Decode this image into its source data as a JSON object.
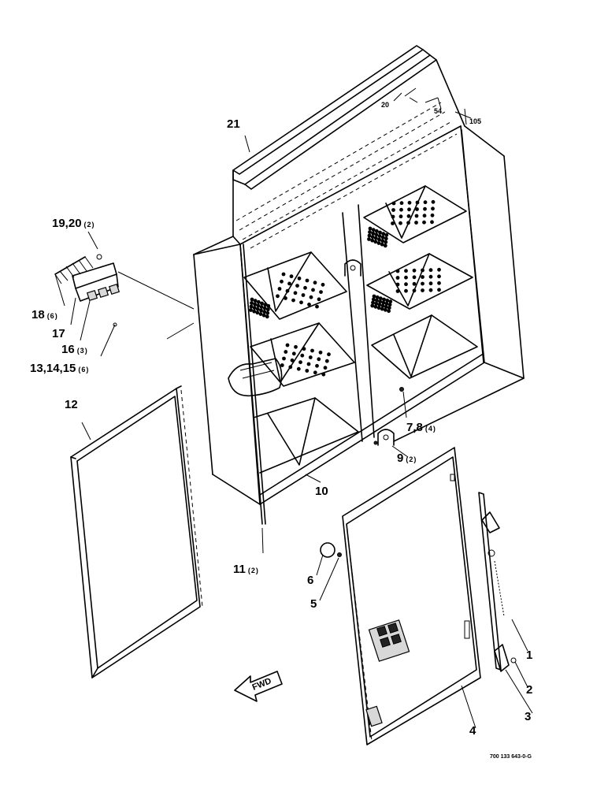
{
  "callouts": [
    {
      "id": "c1",
      "num": "1",
      "qty": ""
    },
    {
      "id": "c2",
      "num": "2",
      "qty": ""
    },
    {
      "id": "c3",
      "num": "3",
      "qty": ""
    },
    {
      "id": "c4",
      "num": "4",
      "qty": ""
    },
    {
      "id": "c5",
      "num": "5",
      "qty": ""
    },
    {
      "id": "c6",
      "num": "6",
      "qty": ""
    },
    {
      "id": "c7",
      "num": "7,8",
      "qty": "(4)"
    },
    {
      "id": "c9",
      "num": "9",
      "qty": "(2)"
    },
    {
      "id": "c10",
      "num": "10",
      "qty": ""
    },
    {
      "id": "c11",
      "num": "11",
      "qty": "(2)"
    },
    {
      "id": "c12",
      "num": "12",
      "qty": ""
    },
    {
      "id": "c13",
      "num": "13,14,15",
      "qty": "(6)"
    },
    {
      "id": "c16",
      "num": "16",
      "qty": "(3)"
    },
    {
      "id": "c17",
      "num": "17",
      "qty": ""
    },
    {
      "id": "c18",
      "num": "18",
      "qty": "(6)"
    },
    {
      "id": "c19",
      "num": "19,20",
      "qty": "(2)"
    },
    {
      "id": "c21",
      "num": "21",
      "qty": ""
    }
  ],
  "dimensions": {
    "d20": "20",
    "d54": "54",
    "d105": "105"
  },
  "direction_arrow": "FWD",
  "drawing_number": "700 133 643-0-G"
}
